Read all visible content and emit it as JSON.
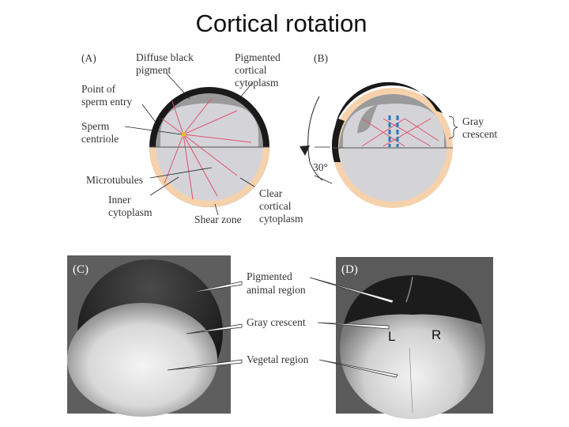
{
  "title": "Cortical rotation",
  "panel_a": {
    "letter": "(A)",
    "labels": {
      "diffuse_black_pigment": [
        "Diffuse black",
        "pigment"
      ],
      "pigmented_cortical_cytoplasm": [
        "Pigmented",
        "cortical",
        "cytoplasm"
      ],
      "point_of_sperm_entry": [
        "Point of",
        "sperm entry"
      ],
      "sperm_centriole": [
        "Sperm",
        "centriole"
      ],
      "microtubules": [
        "Microtubules"
      ],
      "inner_cytoplasm": [
        "Inner",
        "cytoplasm"
      ],
      "shear_zone": [
        "Shear zone"
      ],
      "clear_cortical_cytoplasm": [
        "Clear",
        "cortical",
        "cytoplasm"
      ]
    }
  },
  "panel_b": {
    "letter": "(B)",
    "rotation_angle": "30°",
    "labels": {
      "gray_crescent": [
        "Gray",
        "crescent"
      ]
    }
  },
  "panel_c": {
    "letter": "(C)"
  },
  "panel_d": {
    "letter": "(D)",
    "left_mark": "L",
    "right_mark": "R"
  },
  "photo_labels": {
    "pigmented_animal_region": [
      "Pigmented",
      "animal region"
    ],
    "gray_crescent": [
      "Gray crescent"
    ],
    "vegetal_region": [
      "Vegetal region"
    ]
  },
  "colors": {
    "pigment_black": "#1a1a1a",
    "cortical_gray": "#9a9a9a",
    "inner_gray": "#d4d4d8",
    "clear_cortex": "#f6d2ac",
    "microtubule_red": "#e0506a",
    "centriole_yellow": "#e8c020",
    "aligned_mt_blue": "#2a7ab8"
  }
}
